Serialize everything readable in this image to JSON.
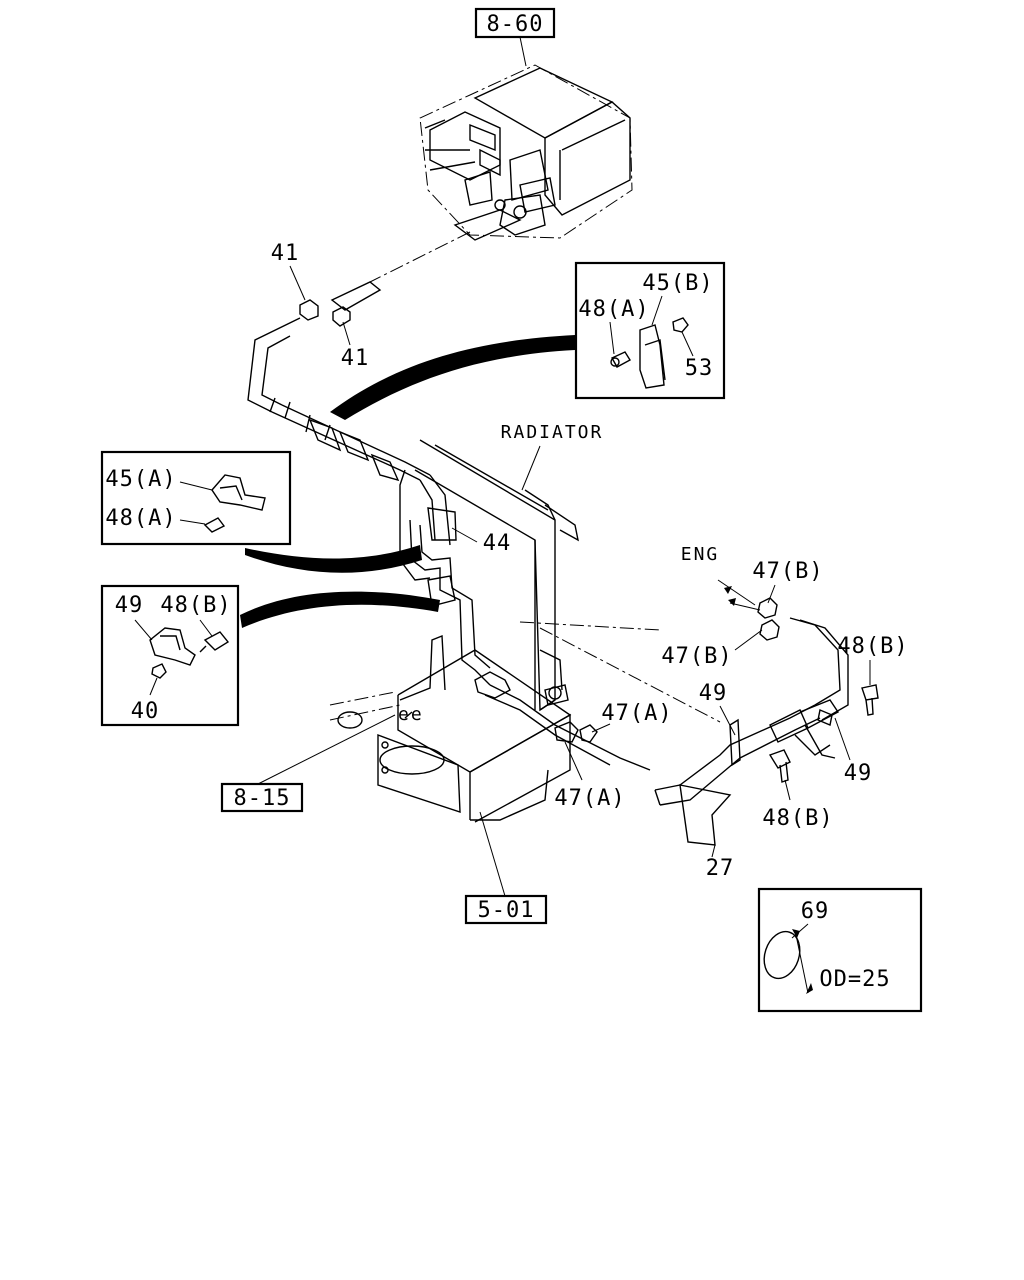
{
  "references": {
    "top": "8-60",
    "left": "8-15",
    "bottom": "5-01"
  },
  "callouts": {
    "c41a": "41",
    "c41b": "41",
    "c44": "44",
    "c27": "27",
    "c49_mid": "49",
    "c49_right": "49",
    "c47a_upper": "47(A)",
    "c47a_lower": "47(A)",
    "c47b_top": "47(B)",
    "c47b_mid": "47(B)",
    "c48b_right_top": "48(B)",
    "c48b_right_bottom": "48(B)",
    "radiator": "RADIATOR",
    "eng": "ENG"
  },
  "insets": {
    "inset1": {
      "c45b": "45(B)",
      "c48a": "48(A)",
      "c53": "53"
    },
    "inset2": {
      "c45a": "45(A)",
      "c48a": "48(A)"
    },
    "inset3": {
      "c49": "49",
      "c48b": "48(B)",
      "c40": "40"
    },
    "inset4": {
      "c69": "69",
      "od": "OD=25"
    }
  }
}
